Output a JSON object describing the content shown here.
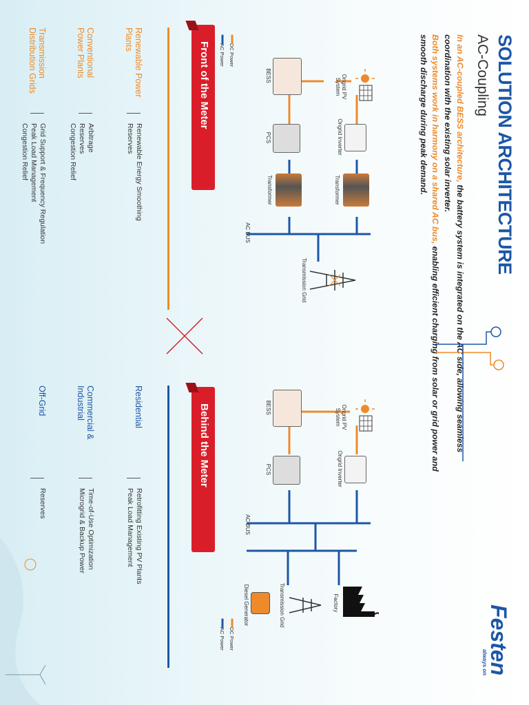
{
  "title": "SOLUTION ARCHITECTURE",
  "subtitle": "AC-Coupling",
  "intro": {
    "line1_highlight": "In an AC-coupled BESS architecture,",
    "line1_rest": " the battery system is integrated on the AC side, allowing seamless coordination with the existing solar inverter.",
    "line2_highlight": "Both systems work in harmony on a shared AC bus,",
    "line2_rest": " enabling efficient charging from solar or grid power and smooth discharge during peak demand."
  },
  "brand": {
    "name": "Festen",
    "tagline": "always on"
  },
  "legend": {
    "dc": "DC Power",
    "ac": "AC Power"
  },
  "front": {
    "ribbon": "Front of the Meter",
    "labels": {
      "pv": "Ongrid PV System",
      "inverter": "Ongrid Inverter",
      "transformer1": "Transformer",
      "bess": "BESS",
      "pcs": "PCS",
      "transformer2": "Transformer",
      "acbus": "AC BUS",
      "grid": "Transmission Grid"
    },
    "rows": [
      {
        "category": "Renewable Power Plants",
        "uses": [
          "Renewable Energy Smoothing",
          "Reserves"
        ]
      },
      {
        "category": "Conventional Power Plants",
        "uses": [
          "Arbitrage",
          "Reserves",
          "Congestion Relief"
        ]
      },
      {
        "category": "Transmission Distribution Grids",
        "uses": [
          "Grid Support & Frequency Regulation",
          "Peak Load Management",
          "Congestion Relief"
        ]
      }
    ]
  },
  "behind": {
    "ribbon": "Behind the Meter",
    "labels": {
      "pv": "Ongrid PV System",
      "inverter": "Ongrid Inverter",
      "bess": "BESS",
      "pcs": "PCS",
      "acbus": "AC BUS",
      "factory": "Factory",
      "grid": "Transmission Grid",
      "generator": "Diesel Generator"
    },
    "rows": [
      {
        "category": "Residential",
        "uses": [
          "Retrofitting Existing PV Plants",
          "Peak Load Management"
        ]
      },
      {
        "category": "Commercial & Industrial",
        "uses": [
          "Time-of-Use Optimization",
          "Microgrid & Backup Power"
        ]
      },
      {
        "category": "Off-Grid",
        "uses": [
          "Reserves"
        ]
      }
    ]
  },
  "colors": {
    "blue": "#1c56a6",
    "orange": "#ee8a2a",
    "red": "#d91e2a"
  }
}
